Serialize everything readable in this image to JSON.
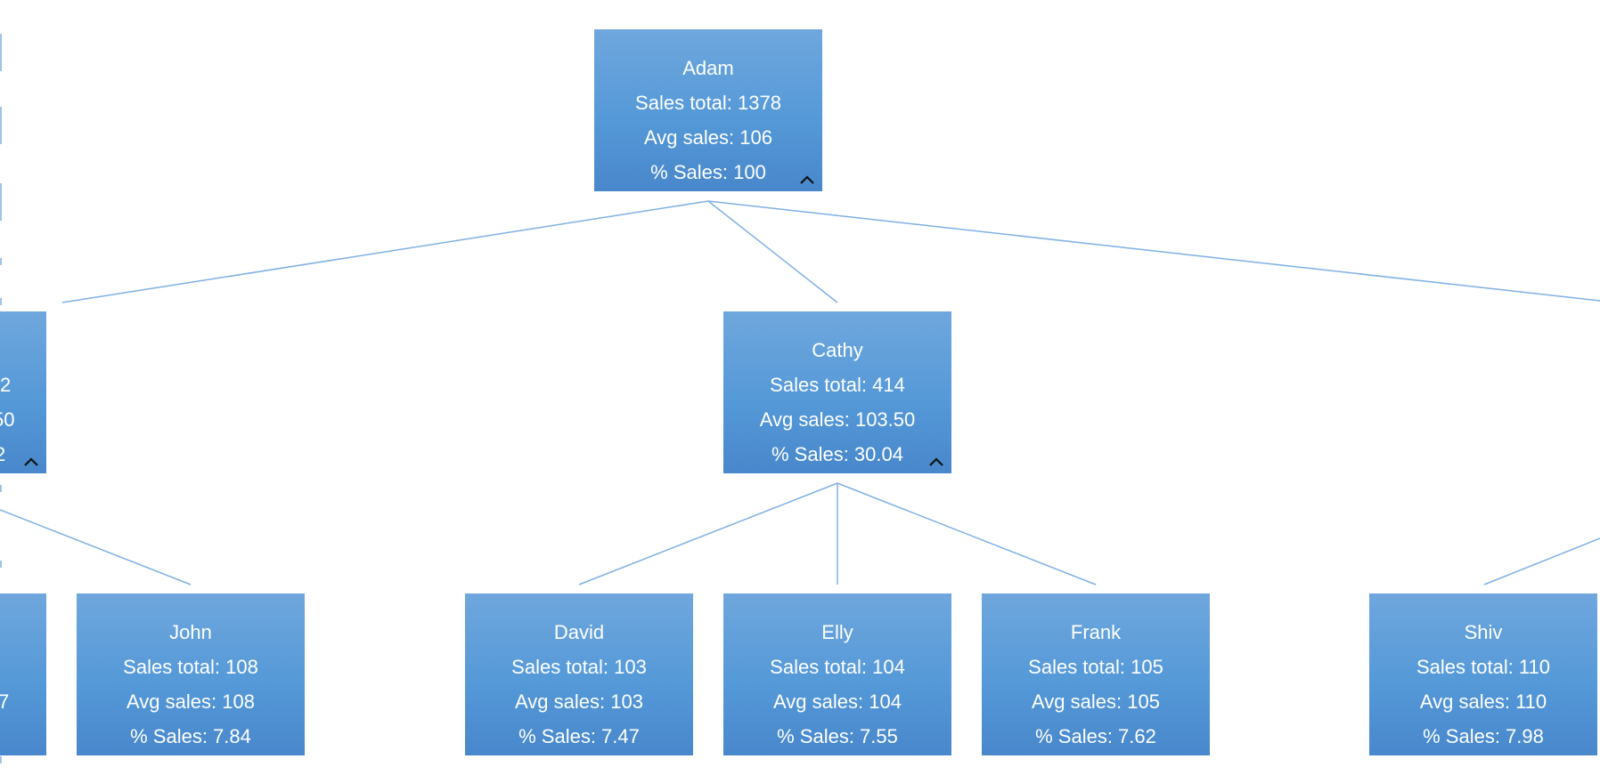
{
  "colors": {
    "node_fill_top": "#6fa7dd",
    "node_fill_bottom": "#4887cb",
    "connector": "#7fb0e3",
    "text": "#ffffff"
  },
  "nodes": {
    "adam": {
      "name": "Adam",
      "sales_total": "Sales total: 1378",
      "avg_sales": "Avg sales: 106",
      "pct_sales": "% Sales: 100"
    },
    "cathy": {
      "name": "Cathy",
      "sales_total": "Sales total: 414",
      "avg_sales": "Avg sales: 103.50",
      "pct_sales": "% Sales: 30.04"
    },
    "partial_left": {
      "sales_total": "2",
      "avg_sales": "50",
      "pct_sales": "2"
    },
    "partial_bottom_left": {
      "avg_sales": "7"
    },
    "john": {
      "name": "John",
      "sales_total": "Sales total: 108",
      "avg_sales": "Avg sales: 108",
      "pct_sales": "% Sales: 7.84"
    },
    "david": {
      "name": "David",
      "sales_total": "Sales total: 103",
      "avg_sales": "Avg sales: 103",
      "pct_sales": "% Sales: 7.47"
    },
    "elly": {
      "name": "Elly",
      "sales_total": "Sales total: 104",
      "avg_sales": "Avg sales: 104",
      "pct_sales": "% Sales: 7.55"
    },
    "frank": {
      "name": "Frank",
      "sales_total": "Sales total: 105",
      "avg_sales": "Avg sales: 105",
      "pct_sales": "% Sales: 7.62"
    },
    "shiv": {
      "name": "Shiv",
      "sales_total": "Sales total: 110",
      "avg_sales": "Avg sales: 110",
      "pct_sales": "% Sales: 7.98"
    }
  },
  "icons": {
    "collapse": "chevron-up-icon"
  }
}
